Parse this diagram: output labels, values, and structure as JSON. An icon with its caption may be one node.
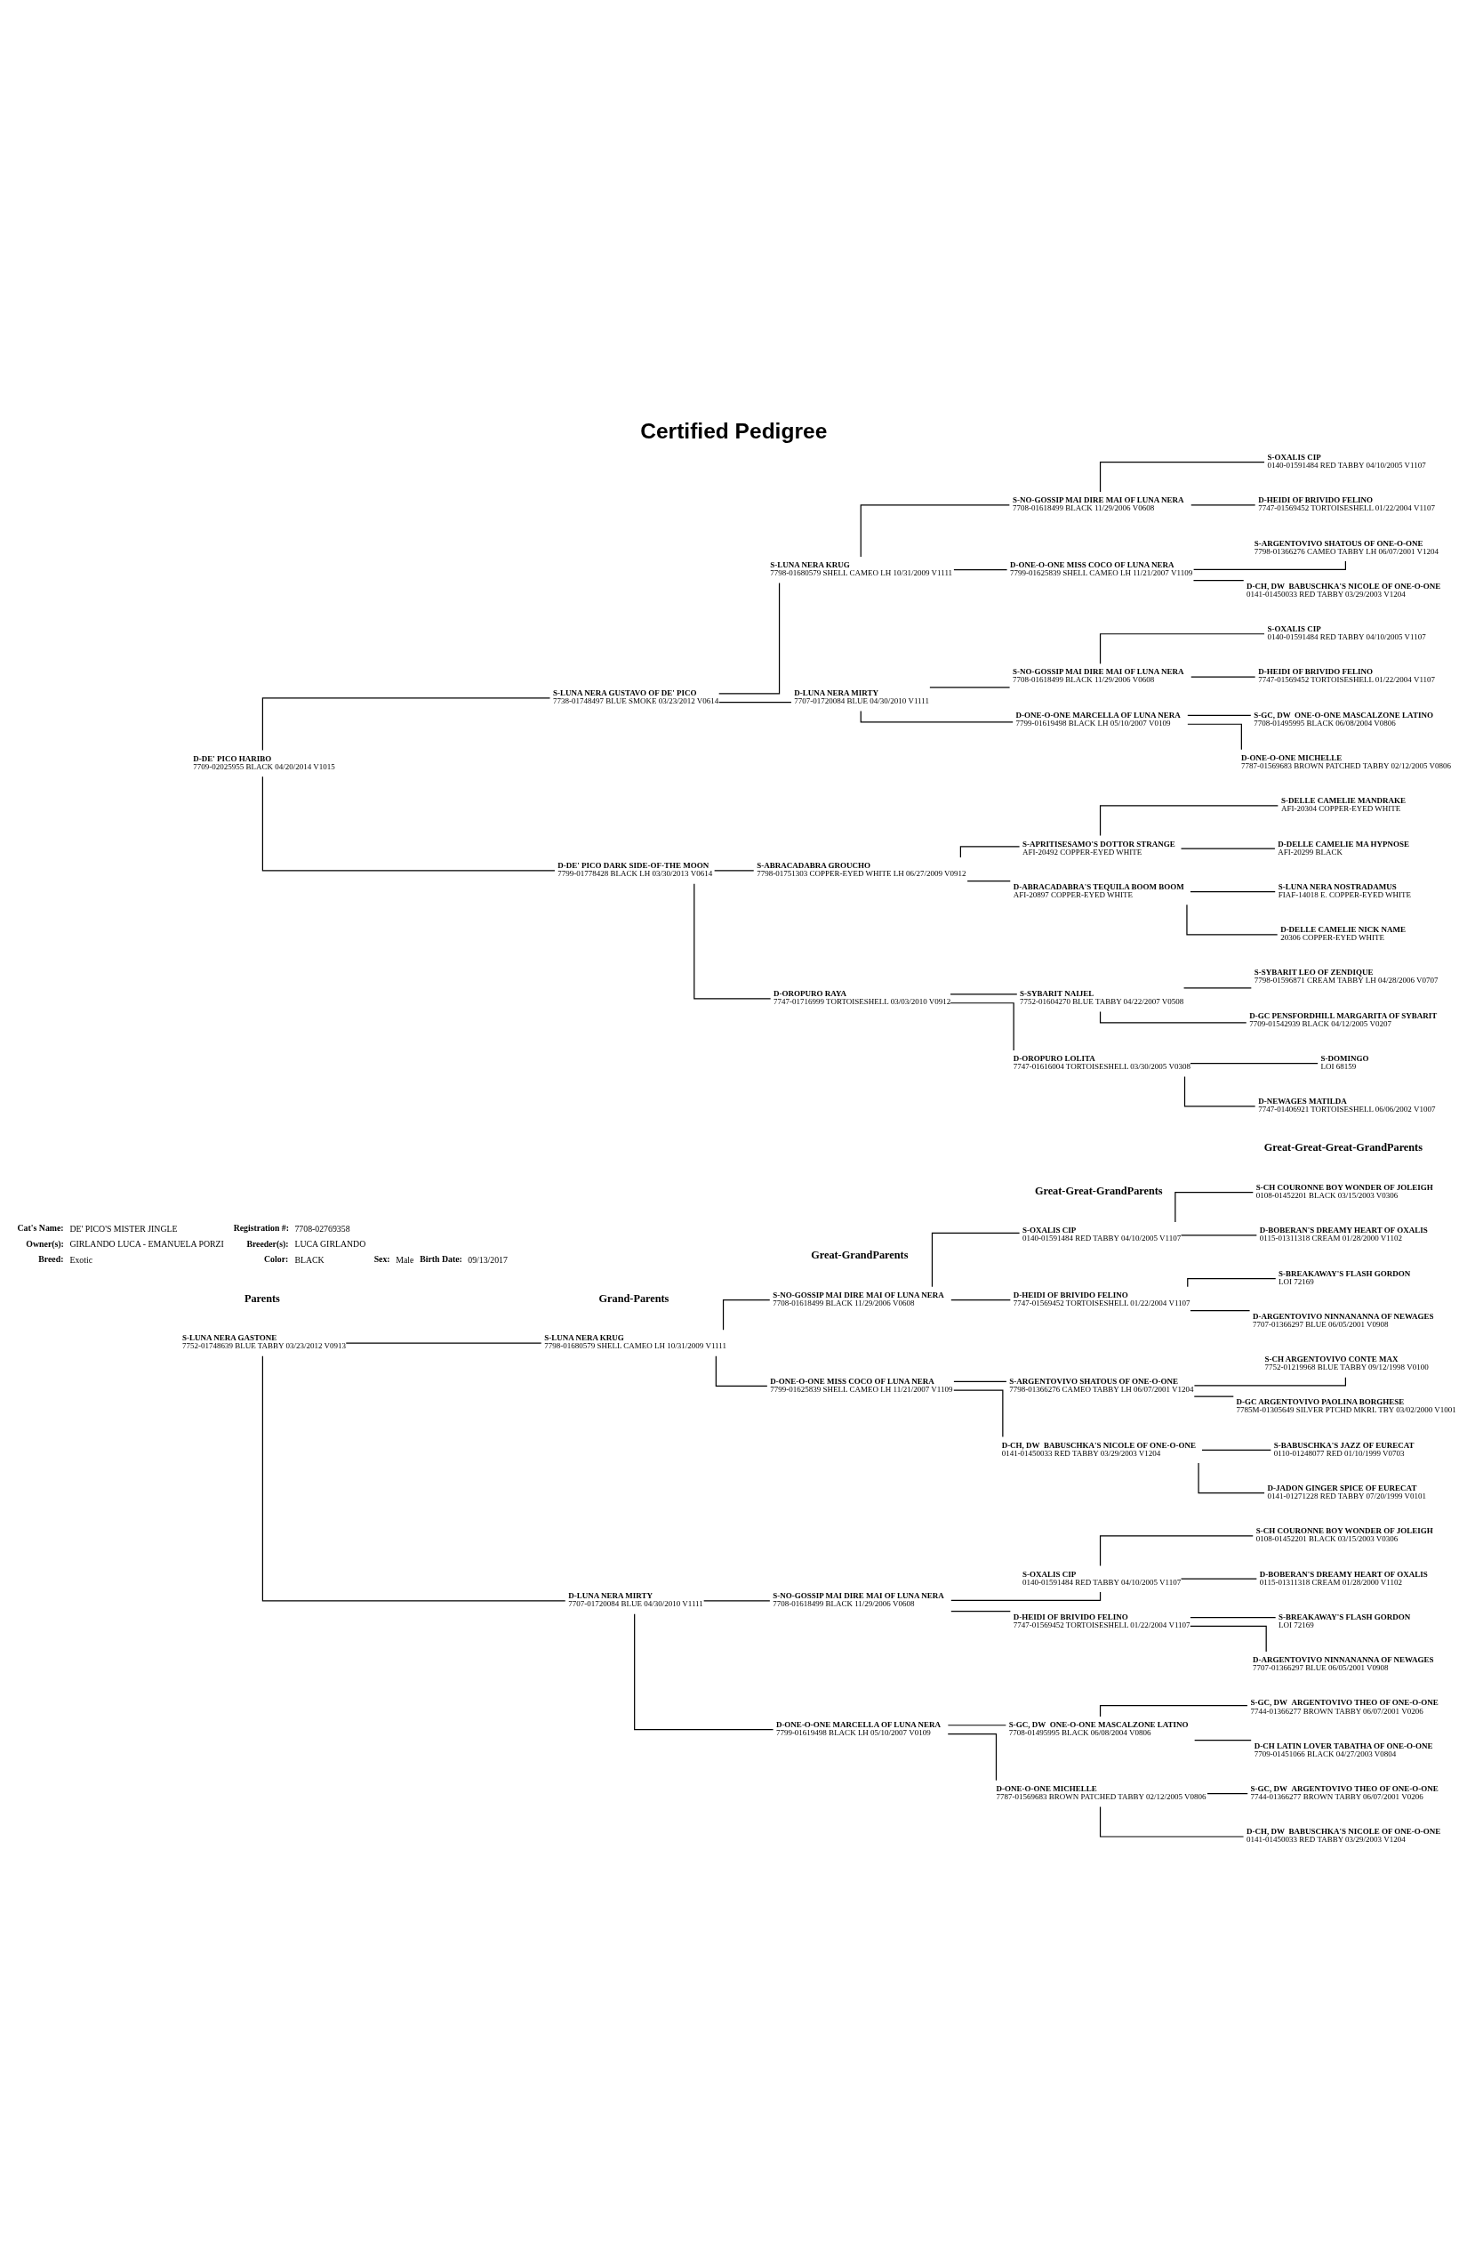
{
  "diagram": {
    "title": "Certified Pedigree",
    "nodes": [
      {
        "text": [
          "S-LUNA NERA GASTONE",
          "7752-01748639 BLUE TABBY 03/23/2012 V0913"
        ]
      },
      {
        "text": [
          "D-DE' PICO HARIBO",
          "7709-02025955 BLACK 04/20/2014 V1015"
        ]
      },
      {
        "text": [
          "S-LUNA NERA KRUG",
          "7798-01680579 SHELL CAMEO LH 10/31/2009 V1111"
        ]
      },
      {
        "text": [
          "D-LUNA NERA MIRTY",
          "7707-01720084 BLUE 04/30/2010 V1111"
        ]
      },
      {
        "text": [
          "S-LUNA NERA GUSTAVO OF DE' PICO",
          "7738-01748497 BLUE SMOKE 03/23/2012 V0614"
        ]
      },
      {
        "text": [
          "D-DE' PICO DARK SIDE-OF-THE MOON",
          "7799-01778428 BLACK LH 03/30/2013 V0614"
        ]
      },
      {
        "text": [
          "S-NO-GOSSIP MAI DIRE MAI OF LUNA NERA",
          "7708-01618499 BLACK 11/29/2006 V0608"
        ]
      },
      {
        "text": [
          "D-ONE-O-ONE MISS COCO OF LUNA NERA",
          "7799-01625839 SHELL CAMEO LH 11/21/2007 V1109"
        ]
      },
      {
        "text": [
          "S-NO-GOSSIP MAI DIRE MAI OF LUNA NERA",
          "7708-01618499 BLACK 11/29/2006 V0608"
        ]
      },
      {
        "text": [
          "D-ONE-O-ONE MARCELLA OF LUNA NERA",
          "7799-01619498 BLACK LH 05/10/2007 V0109"
        ]
      },
      {
        "text": [
          "S-LUNA NERA KRUG",
          "7798-01680579 SHELL CAMEO LH 10/31/2009 V1111"
        ]
      },
      {
        "text": [
          "D-LUNA NERA MIRTY",
          "7707-01720084 BLUE 04/30/2010 V1111"
        ]
      },
      {
        "text": [
          "S-ABRACADABRA GROUCHO",
          "7798-01751303 COPPER-EYED WHITE LH 06/27/2009 V0912"
        ]
      },
      {
        "text": [
          "D-OROPURO RAYA",
          "7747-01716999 TORTOISESHELL 03/03/2010 V0912"
        ]
      },
      {
        "text": [
          "S-OXALIS CIP",
          "0140-01591484 RED TABBY 04/10/2005 V1107"
        ]
      },
      {
        "text": [
          "D-HEIDI OF BRIVIDO FELINO",
          "7747-01569452 TORTOISESHELL 01/22/2004 V1107"
        ]
      },
      {
        "text": [
          "S-ARGENTOVIVO SHATOUS OF ONE-O-ONE",
          "7798-01366276 CAMEO TABBY LH 06/07/2001 V1204"
        ]
      },
      {
        "text": [
          "D-CH, DW  BABUSCHKA'S NICOLE OF ONE-O-ONE",
          "0141-01450033 RED TABBY 03/29/2003 V1204"
        ]
      },
      {
        "text": [
          "S-OXALIS CIP",
          "0140-01591484 RED TABBY 04/10/2005 V1107"
        ]
      },
      {
        "text": [
          "D-HEIDI OF BRIVIDO FELINO",
          "7747-01569452 TORTOISESHELL 01/22/2004 V1107"
        ]
      },
      {
        "text": [
          "S-GC, DW  ONE-O-ONE MASCALZONE LATINO",
          "7708-01495995 BLACK 06/08/2004 V0806"
        ]
      },
      {
        "text": [
          "D-ONE-O-ONE MICHELLE",
          "7787-01569683 BROWN PATCHED TABBY 02/12/2005 V0806"
        ]
      },
      {
        "text": [
          "S-NO-GOSSIP MAI DIRE MAI OF LUNA NERA",
          "7708-01618499 BLACK 11/29/2006 V0608"
        ]
      },
      {
        "text": [
          "D-ONE-O-ONE MISS COCO OF LUNA NERA",
          "7799-01625839 SHELL CAMEO LH 11/21/2007 V1109"
        ]
      },
      {
        "text": [
          "S-NO-GOSSIP MAI DIRE MAI OF LUNA NERA",
          "7708-01618499 BLACK 11/29/2006 V0608"
        ]
      },
      {
        "text": [
          "D-ONE-O-ONE MARCELLA OF LUNA NERA",
          "7799-01619498 BLACK LH 05/10/2007 V0109"
        ]
      },
      {
        "text": [
          "S-APRITISESAMO'S DOTTOR STRANGE",
          "AFI-20492 COPPER-EYED WHITE"
        ]
      },
      {
        "text": [
          "D-ABRACADABRA'S TEQUILA BOOM BOOM",
          "AFI-20897 COPPER-EYED WHITE"
        ]
      },
      {
        "text": [
          "S-SYBARIT NAIJEL",
          "7752-01604270 BLUE TABBY 04/22/2007 V0508"
        ]
      },
      {
        "text": [
          "D-OROPURO LOLITA",
          "7747-01616004 TORTOISESHELL 03/30/2005 V0308"
        ]
      },
      {
        "text": [
          "S-CH COURONNE BOY WONDER OF JOLEIGH",
          "0108-01452201 BLACK 03/15/2003 V0306"
        ]
      },
      {
        "text": [
          "D-BOBERAN'S DREAMY HEART OF OXALIS",
          "0115-01311318 CREAM 01/28/2000 V1102"
        ]
      },
      {
        "text": [
          "S-BREAKAWAY'S FLASH GORDON",
          "LOI 72169"
        ]
      },
      {
        "text": [
          "D-ARGENTOVIVO NINNANANNA OF NEWAGES",
          "7707-01366297 BLUE 06/05/2001 V0908"
        ]
      },
      {
        "text": [
          "S-CH ARGENTOVIVO CONTE MAX",
          "7752-01219968 BLUE TABBY 09/12/1998 V0100"
        ]
      },
      {
        "text": [
          "D-GC ARGENTOVIVO PAOLINA BORGHESE",
          "7785M-01305649 SILVER PTCHD MKRL TBY 03/02/2000 V1001"
        ]
      },
      {
        "text": [
          "S-BABUSCHKA'S JAZZ OF EURECAT",
          "0110-01248077 RED 01/10/1999 V0703"
        ]
      },
      {
        "text": [
          "D-JADON GINGER SPICE OF EURECAT",
          "0141-01271228 RED TABBY 07/20/1999 V0101"
        ]
      },
      {
        "text": [
          "S-CH COURONNE BOY WONDER OF JOLEIGH",
          "0108-01452201 BLACK 03/15/2003 V0306"
        ]
      },
      {
        "text": [
          "D-BOBERAN'S DREAMY HEART OF OXALIS",
          "0115-01311318 CREAM 01/28/2000 V1102"
        ]
      },
      {
        "text": [
          "S-BREAKAWAY'S FLASH GORDON",
          "LOI 72169"
        ]
      },
      {
        "text": [
          "D-ARGENTOVIVO NINNANANNA OF NEWAGES",
          "7707-01366297 BLUE 06/05/2001 V0908"
        ]
      },
      {
        "text": [
          "S-GC, DW  ARGENTOVIVO THEO OF ONE-O-ONE",
          "7744-01366277 BROWN TABBY 06/07/2001 V0206"
        ]
      },
      {
        "text": [
          "D-CH LATIN LOVER TABATHA OF ONE-O-ONE",
          "7709-01451066 BLACK 04/27/2003 V0804"
        ]
      },
      {
        "text": [
          "S-GC, DW  ARGENTOVIVO THEO OF ONE-O-ONE",
          "7744-01366277 BROWN TABBY 06/07/2001 V0206"
        ]
      },
      {
        "text": [
          "D-CH, DW  BABUSCHKA'S NICOLE OF ONE-O-ONE",
          "0141-01450033 RED TABBY 03/29/2003 V1204"
        ]
      },
      {
        "text": [
          "S-OXALIS CIP",
          "0140-01591484 RED TABBY 04/10/2005 V1107"
        ]
      },
      {
        "text": [
          "D-HEIDI OF BRIVIDO FELINO",
          "7747-01569452 TORTOISESHELL 01/22/2004 V1107"
        ]
      },
      {
        "text": [
          "S-ARGENTOVIVO SHATOUS OF ONE-O-ONE",
          "7798-01366276 CAMEO TABBY LH 06/07/2001 V1204"
        ]
      },
      {
        "text": [
          "D-CH, DW  BABUSCHKA'S NICOLE OF ONE-O-ONE",
          "0141-01450033 RED TABBY 03/29/2003 V1204"
        ]
      },
      {
        "text": [
          "S-OXALIS CIP",
          "0140-01591484 RED TABBY 04/10/2005 V1107"
        ]
      },
      {
        "text": [
          "D-HEIDI OF BRIVIDO FELINO",
          "7747-01569452 TORTOISESHELL 01/22/2004 V1107"
        ]
      },
      {
        "text": [
          "S-GC, DW  ONE-O-ONE MASCALZONE LATINO",
          "7708-01495995 BLACK 06/08/2004 V0806"
        ]
      },
      {
        "text": [
          "D-ONE-O-ONE MICHELLE",
          "7787-01569683 BROWN PATCHED TABBY 02/12/2005 V0806"
        ]
      },
      {
        "text": [
          "S-DELLE CAMELIE MANDRAKE",
          "AFI-20304 COPPER-EYED WHITE"
        ]
      },
      {
        "text": [
          "D-DELLE CAMELIE MA HYPNOSE",
          "AFI-20299 BLACK"
        ]
      },
      {
        "text": [
          "S-LUNA NERA NOSTRADAMUS",
          "FIAF-14018 E. COPPER-EYED WHITE"
        ]
      },
      {
        "text": [
          "D-DELLE CAMELIE NICK NAME",
          "20306 COPPER-EYED WHITE"
        ]
      },
      {
        "text": [
          "S-SYBARIT LEO OF ZENDIQUE",
          "7798-01596871 CREAM TABBY LH 04/28/2006 V0707"
        ]
      },
      {
        "text": [
          "D-GC PENSFORDHILL MARGARITA OF SYBARIT",
          "7709-01542939 BLACK 04/12/2005 V0207"
        ]
      },
      {
        "text": [
          "S-DOMINGO",
          "LOI 68159"
        ]
      },
      {
        "text": [
          "D-NEWAGES MATILDA",
          "7747-01406921 TORTOISESHELL 06/06/2002 V1007"
        ]
      }
    ],
    "edges": [
      {
        "from": 0,
        "to": 2,
        "arrow": "none"
      },
      {
        "from": 0,
        "to": 3,
        "arrow": "none"
      },
      {
        "from": 1,
        "to": 4,
        "arrow": "none"
      },
      {
        "from": 1,
        "to": 5,
        "arrow": "none"
      },
      {
        "from": 2,
        "to": 6,
        "arrow": "none"
      },
      {
        "from": 2,
        "to": 7,
        "arrow": "none"
      },
      {
        "from": 3,
        "to": 8,
        "arrow": "none"
      },
      {
        "from": 3,
        "to": 9,
        "arrow": "none"
      },
      {
        "from": 4,
        "to": 10,
        "arrow": "none"
      },
      {
        "from": 4,
        "to": 11,
        "arrow": "none"
      },
      {
        "from": 5,
        "to": 12,
        "arrow": "none"
      },
      {
        "from": 5,
        "to": 13,
        "arrow": "none"
      },
      {
        "from": 6,
        "to": 14,
        "arrow": "none"
      },
      {
        "from": 6,
        "to": 15,
        "arrow": "none"
      },
      {
        "from": 7,
        "to": 16,
        "arrow": "none"
      },
      {
        "from": 7,
        "to": 17,
        "arrow": "none"
      },
      {
        "from": 8,
        "to": 18,
        "arrow": "none"
      },
      {
        "from": 8,
        "to": 19,
        "arrow": "none"
      },
      {
        "from": 9,
        "to": 20,
        "arrow": "none"
      },
      {
        "from": 9,
        "to": 21,
        "arrow": "none"
      },
      {
        "from": 10,
        "to": 22,
        "arrow": "none"
      },
      {
        "from": 10,
        "to": 23,
        "arrow": "none"
      },
      {
        "from": 11,
        "to": 24,
        "arrow": "none"
      },
      {
        "from": 11,
        "to": 25,
        "arrow": "none"
      },
      {
        "from": 12,
        "to": 26,
        "arrow": "none"
      },
      {
        "from": 12,
        "to": 27,
        "arrow": "none"
      },
      {
        "from": 13,
        "to": 28,
        "arrow": "none"
      },
      {
        "from": 13,
        "to": 29,
        "arrow": "none"
      },
      {
        "from": 14,
        "to": 30,
        "arrow": "none"
      },
      {
        "from": 14,
        "to": 31,
        "arrow": "none"
      },
      {
        "from": 15,
        "to": 32,
        "arrow": "none"
      },
      {
        "from": 15,
        "to": 33,
        "arrow": "none"
      },
      {
        "from": 16,
        "to": 34,
        "arrow": "none"
      },
      {
        "from": 16,
        "to": 35,
        "arrow": "none"
      },
      {
        "from": 17,
        "to": 36,
        "arrow": "none"
      },
      {
        "from": 17,
        "to": 37,
        "arrow": "none"
      },
      {
        "from": 18,
        "to": 38,
        "arrow": "none"
      },
      {
        "from": 18,
        "to": 39,
        "arrow": "none"
      },
      {
        "from": 19,
        "to": 40,
        "arrow": "none"
      },
      {
        "from": 19,
        "to": 41,
        "arrow": "none"
      },
      {
        "from": 20,
        "to": 42,
        "arrow": "none"
      },
      {
        "from": 20,
        "to": 43,
        "arrow": "none"
      },
      {
        "from": 21,
        "to": 44,
        "arrow": "none"
      },
      {
        "from": 21,
        "to": 45,
        "arrow": "none"
      },
      {
        "from": 22,
        "to": 46,
        "arrow": "none"
      },
      {
        "from": 22,
        "to": 47,
        "arrow": "none"
      },
      {
        "from": 23,
        "to": 48,
        "arrow": "none"
      },
      {
        "from": 23,
        "to": 49,
        "arrow": "none"
      },
      {
        "from": 24,
        "to": 50,
        "arrow": "none"
      },
      {
        "from": 24,
        "to": 51,
        "arrow": "none"
      },
      {
        "from": 25,
        "to": 52,
        "arrow": "none"
      },
      {
        "from": 25,
        "to": 53,
        "arrow": "none"
      },
      {
        "from": 26,
        "to": 54,
        "arrow": "none"
      },
      {
        "from": 26,
        "to": 55,
        "arrow": "none"
      },
      {
        "from": 27,
        "to": 56,
        "arrow": "none"
      },
      {
        "from": 27,
        "to": 57,
        "arrow": "none"
      },
      {
        "from": 28,
        "to": 58,
        "arrow": "none"
      },
      {
        "from": 28,
        "to": 59,
        "arrow": "none"
      },
      {
        "from": 29,
        "to": 60,
        "arrow": "none"
      },
      {
        "from": 29,
        "to": 61,
        "arrow": "none"
      }
    ],
    "labels": [
      "Cat's Name:",
      "DE' PICO'S MISTER JINGLE",
      "Registration #:",
      "7708-02769358",
      "Owner(s):",
      "GIRLANDO LUCA - EMANUELA PORZI",
      "Breeder(s):",
      "LUCA GIRLANDO",
      "Breed:",
      "Exotic",
      "Color:",
      "BLACK",
      "Sex:",
      "Male",
      "Birth Date:",
      "09/13/2017",
      "Parents",
      "Grand-Parents",
      "Great-GrandParents",
      "Great-Great-GrandParents",
      "Great-Great-Great-GrandParents"
    ]
  }
}
